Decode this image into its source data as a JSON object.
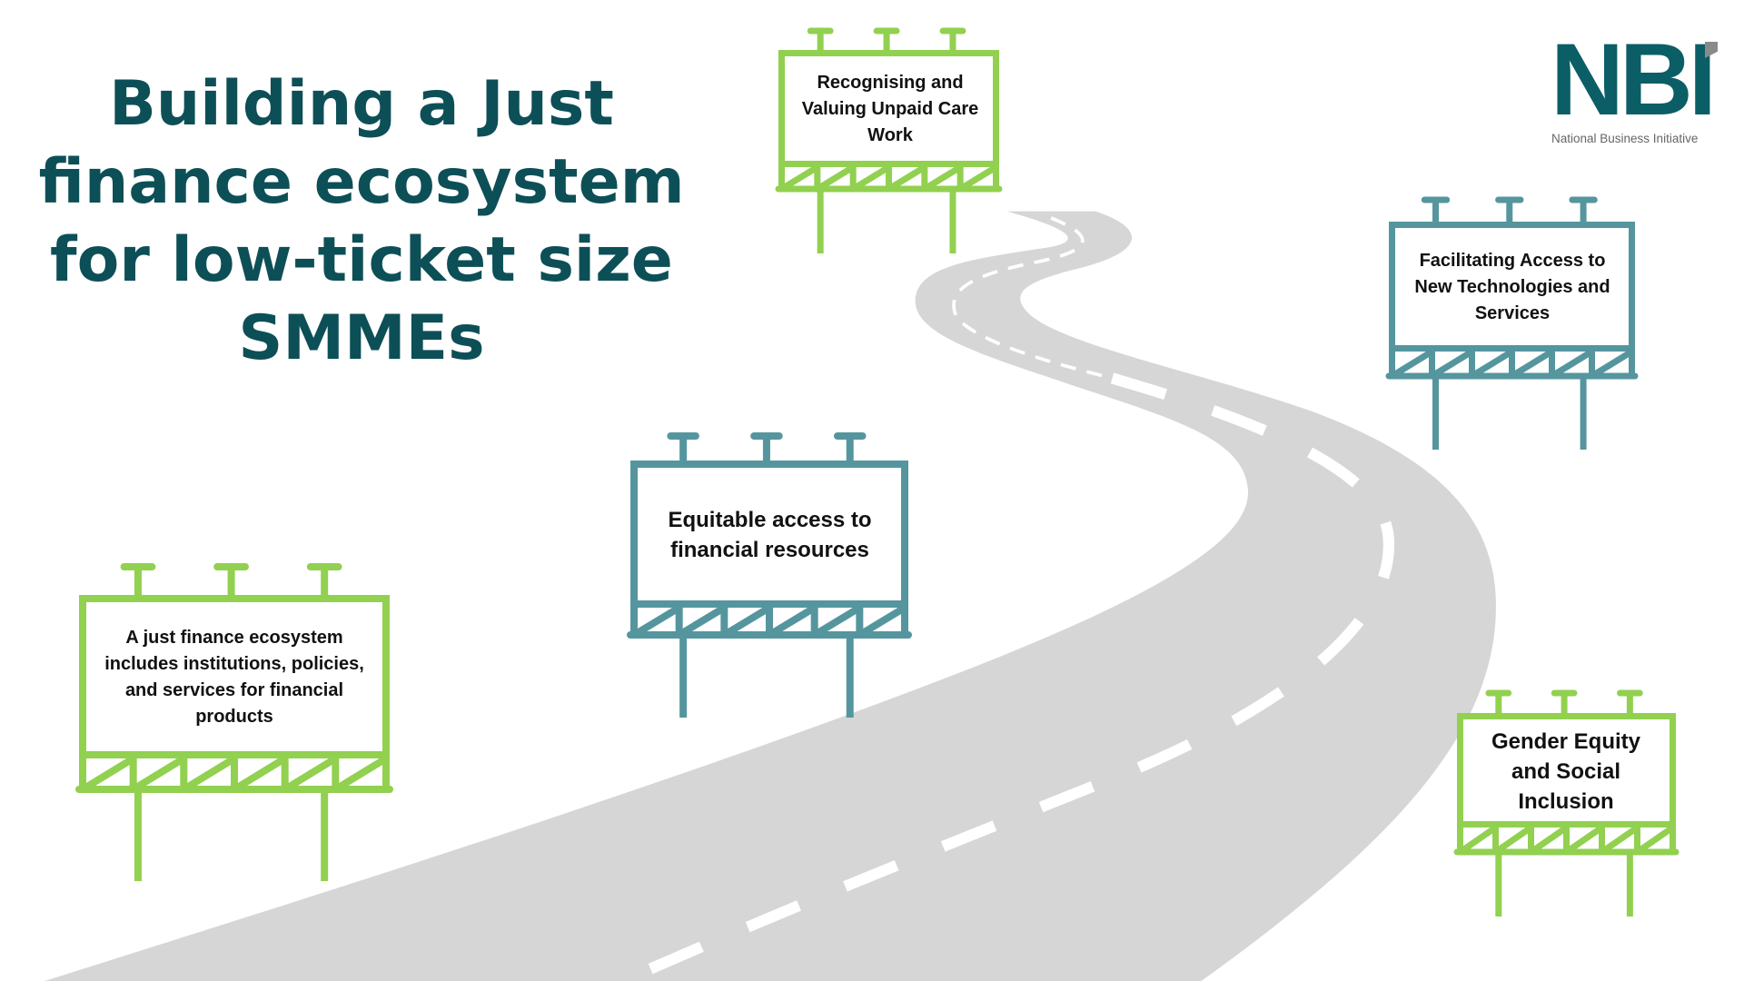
{
  "title": {
    "lines": [
      "Building a Just",
      "finance ecosystem",
      "for low-ticket size",
      "SMMEs"
    ]
  },
  "logo": {
    "mark": "NBI",
    "name": "National Business Initiative"
  },
  "colors": {
    "title": "#0d4f57",
    "green": "#92d050",
    "teal": "#55969e",
    "road": "#d6d6d6",
    "logo": "#0b5e66"
  },
  "billboards": [
    {
      "id": "unpaid-care",
      "color": "green",
      "text": "Recognising and Valuing Unpaid Care Work"
    },
    {
      "id": "new-tech",
      "color": "teal",
      "text": "Facilitating Access to New Technologies and Services"
    },
    {
      "id": "equitable-access",
      "color": "teal",
      "text": "Equitable access to financial resources"
    },
    {
      "id": "just-finance",
      "color": "green",
      "text": "A just finance ecosystem includes institutions, policies, and services for financial products"
    },
    {
      "id": "gender-equity",
      "color": "green",
      "text": "Gender Equity and Social Inclusion"
    }
  ]
}
